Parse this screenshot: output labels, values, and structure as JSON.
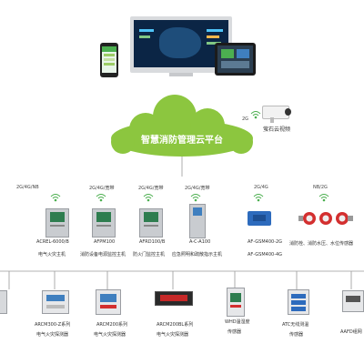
{
  "cloud": {
    "title": "智慧消防管理云平台",
    "color": "#8cc63f"
  },
  "camera": {
    "label": "萤石云视频",
    "net": "2G"
  },
  "gateways": [
    {
      "net": "2G/4G/NB",
      "name": "ACREL-6000/B",
      "desc": "电气火灾主机"
    },
    {
      "net": "2G/4G/宽带",
      "name": "AFPM100",
      "desc": "消防设备电源监控主机"
    },
    {
      "net": "2G/4G/宽带",
      "name": "AFRD100/B",
      "desc": "防火门监控主机"
    },
    {
      "net": "2G/4G/宽带",
      "name": "A-C-A100",
      "desc": "应急照明和疏散指示主机"
    },
    {
      "net": "2G/4G",
      "name": "AF-GSM400-2G",
      "desc": "AF-GSM400-4G"
    },
    {
      "net": "NB/2G",
      "name": "",
      "desc": "消防栓、消防水压、水位传感器"
    }
  ],
  "detectors": [
    {
      "line1": "",
      "line2": ""
    },
    {
      "line1": "ARCM300-Z系列",
      "line2": "电气火灾探测器"
    },
    {
      "line1": "ARCM200系列",
      "line2": "电气火灾探测器"
    },
    {
      "line1": "ARCM200BL系列",
      "line2": "电气火灾探测器"
    },
    {
      "line1": "WHD温湿度",
      "line2": "传感器"
    },
    {
      "line1": "ATC无线测温",
      "line2": "传感器"
    },
    {
      "line1": "AAFD组网",
      "line2": ""
    }
  ],
  "colors": {
    "wifi": "#4caf50",
    "line": "#9a9a9a",
    "panel": "#c9ccd0",
    "screen": "#2e7d4f"
  }
}
